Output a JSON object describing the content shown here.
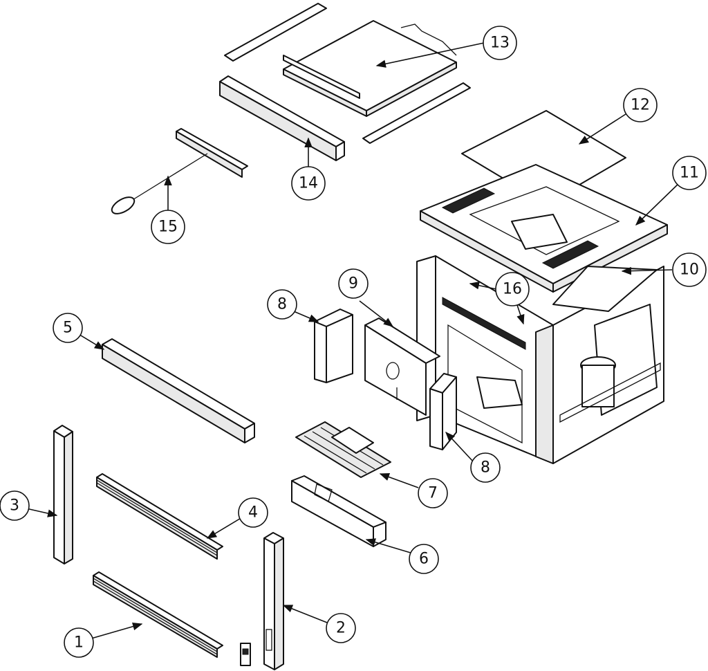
{
  "callouts": [
    {
      "id": "1",
      "label": "1"
    },
    {
      "id": "2",
      "label": "2"
    },
    {
      "id": "3",
      "label": "3"
    },
    {
      "id": "4",
      "label": "4"
    },
    {
      "id": "5",
      "label": "5"
    },
    {
      "id": "6",
      "label": "6"
    },
    {
      "id": "7",
      "label": "7"
    },
    {
      "id": "8a",
      "label": "8"
    },
    {
      "id": "8b",
      "label": "8"
    },
    {
      "id": "9",
      "label": "9"
    },
    {
      "id": "10",
      "label": "10"
    },
    {
      "id": "11",
      "label": "11"
    },
    {
      "id": "12",
      "label": "12"
    },
    {
      "id": "13",
      "label": "13"
    },
    {
      "id": "14",
      "label": "14"
    },
    {
      "id": "15",
      "label": "15"
    },
    {
      "id": "16",
      "label": "16"
    }
  ]
}
